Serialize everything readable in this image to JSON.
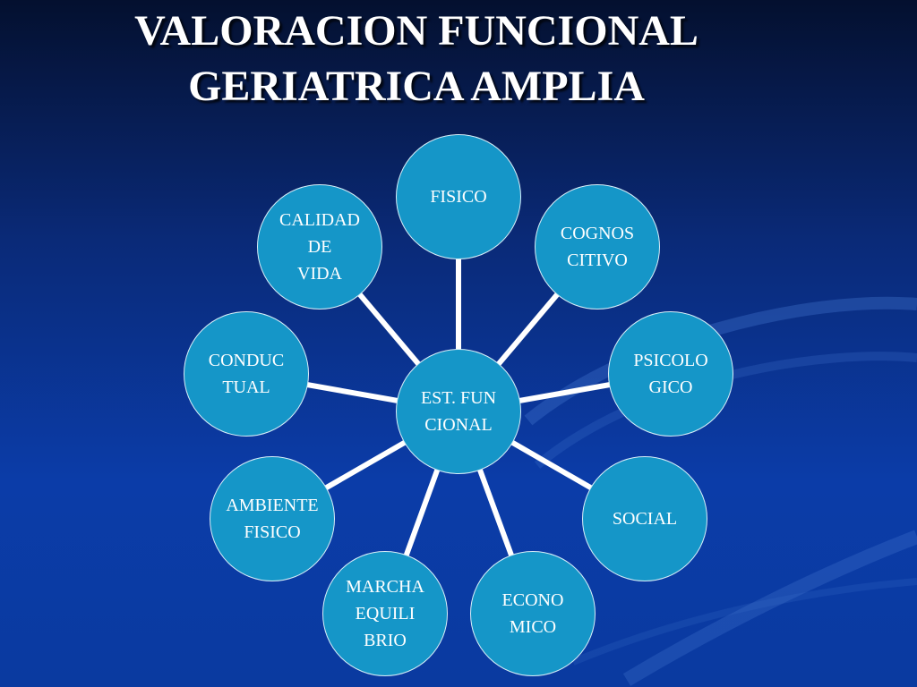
{
  "title": {
    "line1": "VALORACION FUNCIONAL",
    "line2": "GERIATRICA AMPLIA"
  },
  "diagram": {
    "center": {
      "label": "EST. FUN\nCIONAL"
    },
    "nodes": [
      {
        "id": "fisico",
        "label": "FISICO"
      },
      {
        "id": "cognoscitivo",
        "label": "COGNOS\nCITIVO"
      },
      {
        "id": "psicologico",
        "label": "PSICOLO\nGICO"
      },
      {
        "id": "social",
        "label": "SOCIAL"
      },
      {
        "id": "economico",
        "label": "ECONO\nMICO"
      },
      {
        "id": "marcha-equilibrio",
        "label": "MARCHA\nEQUILI\nBRIO"
      },
      {
        "id": "ambiente-fisico",
        "label": "AMBIENTE\nFISICO"
      },
      {
        "id": "conductual",
        "label": "CONDUC\nTUAL"
      },
      {
        "id": "calidad-de-vida",
        "label": "CALIDAD\nDE\nVIDA"
      }
    ],
    "colors": {
      "node_fill": "#1596c8",
      "node_border": "#d8eef8",
      "connector": "#ffffff",
      "text": "#ffffff"
    }
  }
}
